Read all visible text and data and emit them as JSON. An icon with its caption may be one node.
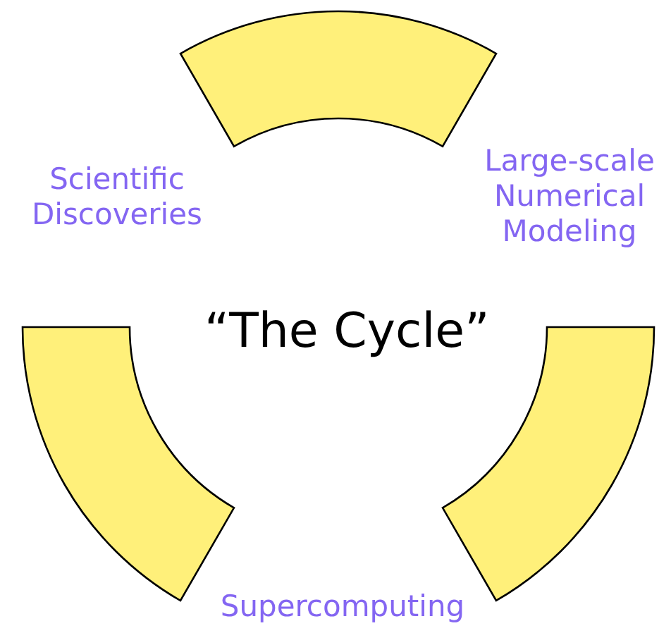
{
  "diagram": {
    "title": "“The Cycle”",
    "nodes": [
      {
        "text": [],
        "shape": "arc"
      },
      {
        "text": [],
        "shape": "arc"
      },
      {
        "text": [],
        "shape": "arc"
      }
    ],
    "labels": [
      "Scientific Discoveries",
      "Large-scale Numerical Modeling",
      "Supercomputing"
    ]
  }
}
